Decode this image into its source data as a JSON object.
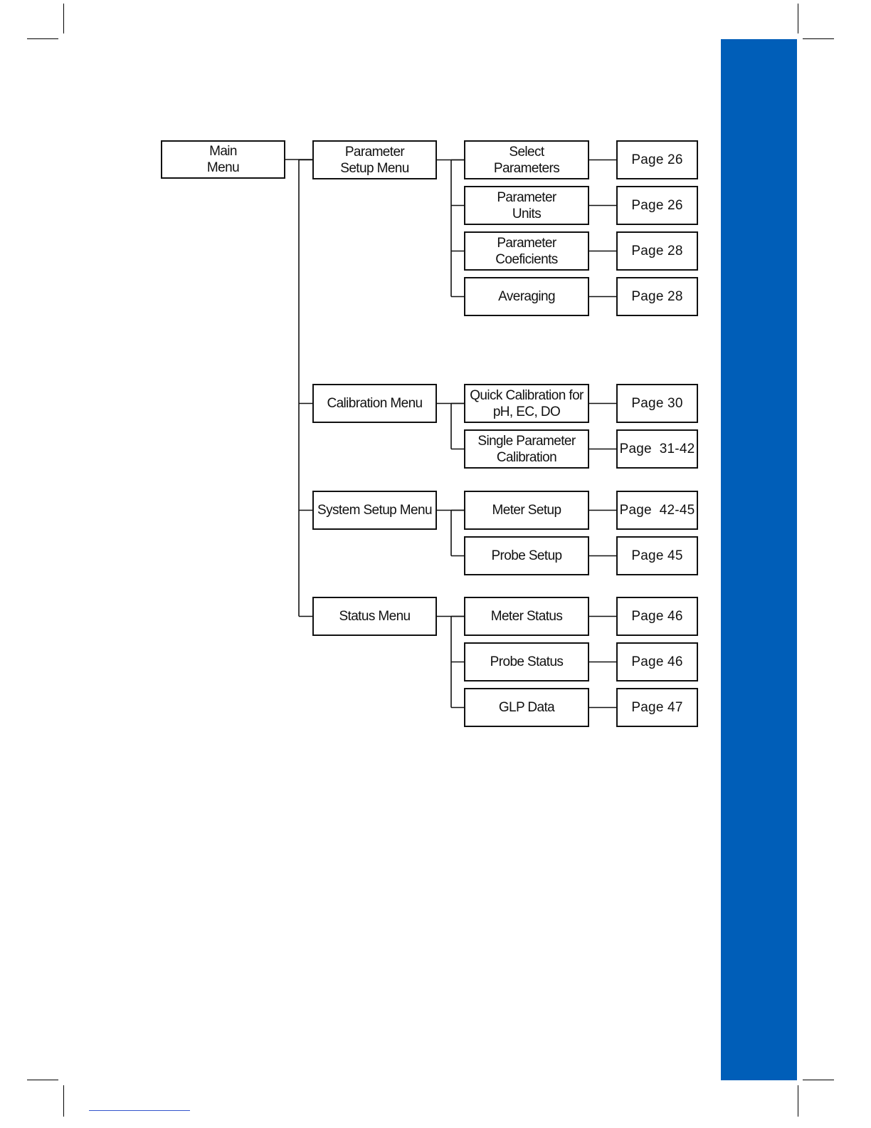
{
  "colors": {
    "accent_band": "#005eb8",
    "line": "#111111",
    "footnote_rule": "#3355cc"
  },
  "main_menu": {
    "label": "Main\nMenu"
  },
  "menus": [
    {
      "label": "Parameter\nSetup Menu",
      "items": [
        {
          "label": "Select\nParameters",
          "page": "Page 26"
        },
        {
          "label": "Parameter\nUnits",
          "page": "Page 26"
        },
        {
          "label": "Parameter\nCoeficients",
          "page": "Page 28"
        },
        {
          "label": "Averaging",
          "page": "Page 28"
        }
      ]
    },
    {
      "label": "Calibration Menu",
      "items": [
        {
          "label": "Quick Calibration for\npH, EC, DO",
          "page": "Page 30"
        },
        {
          "label": "Single Parameter\nCalibration",
          "page": "Page  31-42"
        }
      ]
    },
    {
      "label": "System Setup Menu",
      "items": [
        {
          "label": "Meter Setup",
          "page": "Page  42-45"
        },
        {
          "label": "Probe Setup",
          "page": "Page 45"
        }
      ]
    },
    {
      "label": "Status Menu",
      "items": [
        {
          "label": "Meter Status",
          "page": "Page 46"
        },
        {
          "label": "Probe Status",
          "page": "Page 46"
        },
        {
          "label": "GLP Data",
          "page": "Page 47"
        }
      ]
    }
  ]
}
